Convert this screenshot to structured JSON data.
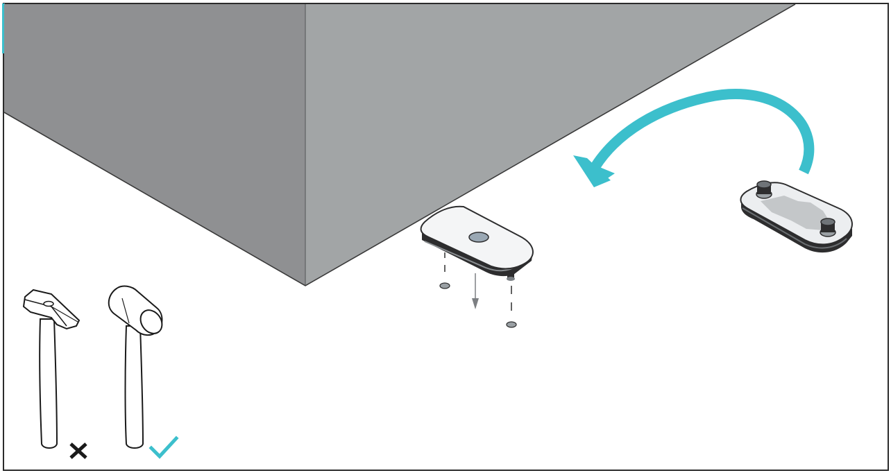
{
  "illustration": {
    "kind": "assembly-instruction",
    "step_action": "flip-and-tap-in-pads",
    "colors": {
      "background": "#ffffff",
      "frame_border": "#2b2b2b",
      "accent": "#3cbfcc",
      "cabinet_front": "#a2a5a6",
      "cabinet_side": "#8f9092",
      "cabinet_edge": "#3a3a3a",
      "part_top": "#f4f5f6",
      "part_edge": "#2d2d2e",
      "part_hole": "#9aa8b4",
      "cross_mark": "#1a1a1a"
    },
    "tools": [
      {
        "name": "steel-hammer",
        "allowed": false,
        "mark_icon": "cross-icon"
      },
      {
        "name": "rubber-mallet",
        "allowed": true,
        "mark_icon": "check-icon"
      }
    ]
  }
}
